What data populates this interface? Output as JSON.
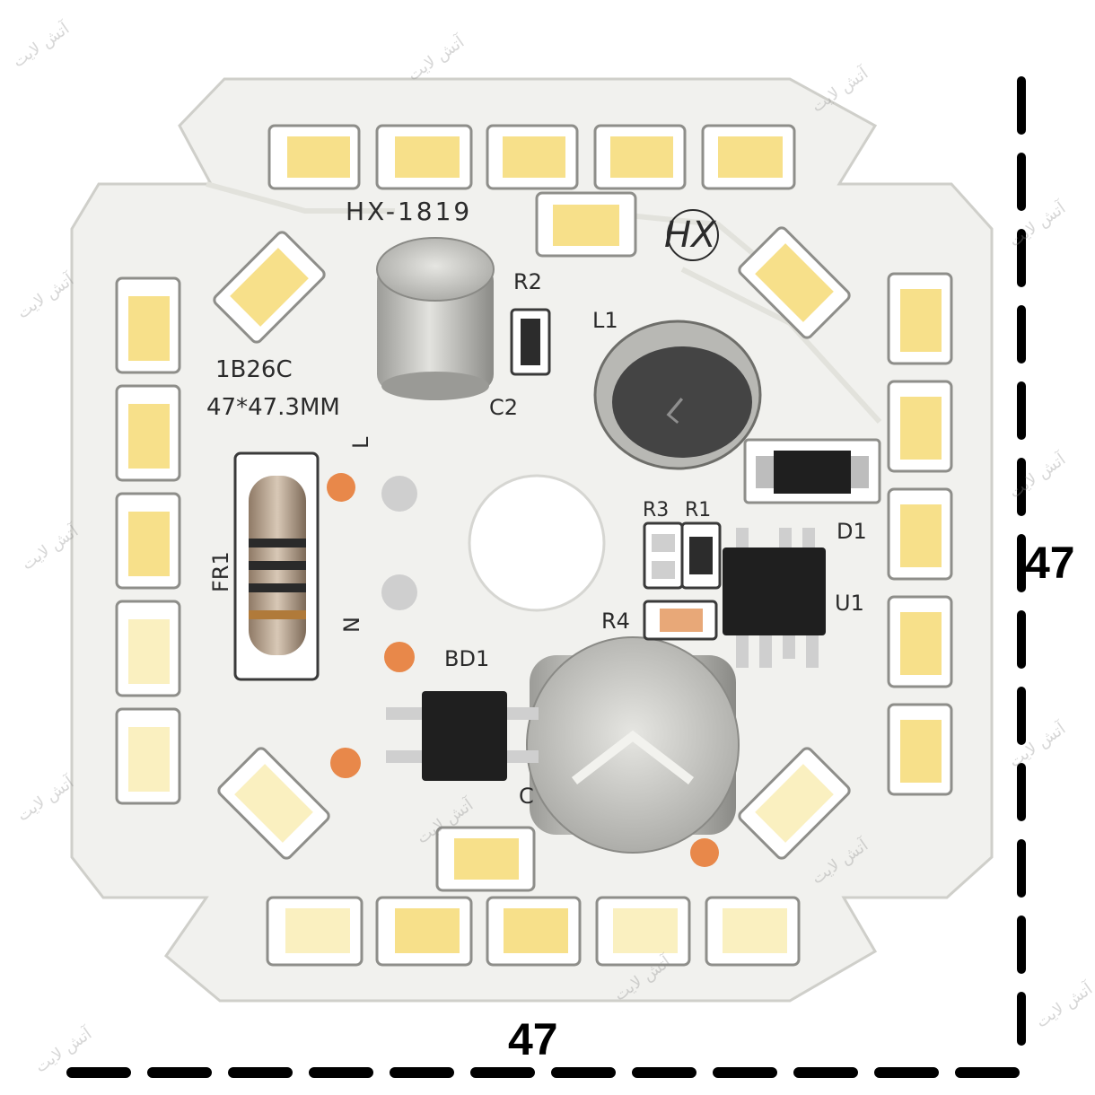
{
  "board": {
    "model": "HX-1819",
    "code": "1B26C",
    "size_text": "47*47.3MM",
    "logo_text": "HX",
    "labels": {
      "r2": "R2",
      "l1": "L1",
      "c2": "C2",
      "fr1": "FR1",
      "l_pad": "L",
      "n_pad": "N",
      "r3": "R3",
      "r1": "R1",
      "d1": "D1",
      "u1": "U1",
      "r4": "R4",
      "bd1": "BD1",
      "c": "C"
    }
  },
  "dimensions": {
    "width": "47",
    "height": "47"
  },
  "watermark": "آتش لایت",
  "colors": {
    "board": "#f1f1ee",
    "led_body": "#f6f6f2",
    "led_chip": "#f7e08a",
    "capacitor": "#c8c8c4",
    "ic": "#222222",
    "copper_pad": "#e8884a",
    "tin_pad": "#cfcfcf",
    "dashed_line": "#000000"
  }
}
